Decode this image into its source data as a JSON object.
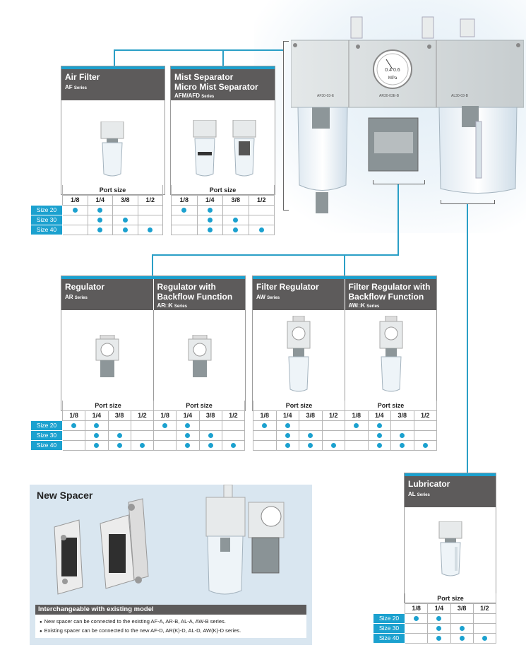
{
  "colors": {
    "accent": "#1ba1cf",
    "header_gray": "#5d5b5b",
    "spacer_bg": "#d9e6f0"
  },
  "port_headers": [
    "1/8",
    "1/4",
    "3/8",
    "1/2"
  ],
  "port_size_label": "Port size",
  "rows": [
    "Size 20",
    "Size 30",
    "Size 40"
  ],
  "air_filter": {
    "title": "Air Filter",
    "series_code": "AF",
    "series_word": "Series",
    "dots": [
      [
        true,
        true,
        false,
        false
      ],
      [
        false,
        true,
        true,
        false
      ],
      [
        false,
        true,
        true,
        true
      ]
    ]
  },
  "mist_separator": {
    "title1": "Mist Separator",
    "title2": "Micro Mist Separator",
    "series_code": "AFM/AFD",
    "series_word": "Series",
    "dots": [
      [
        true,
        true,
        false,
        false
      ],
      [
        false,
        true,
        true,
        false
      ],
      [
        false,
        true,
        true,
        true
      ]
    ]
  },
  "regulator": {
    "title": "Regulator",
    "series_code": "AR",
    "series_word": "Series",
    "dots": [
      [
        true,
        true,
        false,
        false
      ],
      [
        false,
        true,
        true,
        false
      ],
      [
        false,
        true,
        true,
        true
      ]
    ]
  },
  "regulator_backflow": {
    "title1": "Regulator with",
    "title2": "Backflow Function",
    "series_code": "AR□K",
    "series_word": "Series",
    "dots": [
      [
        true,
        true,
        false,
        false
      ],
      [
        false,
        true,
        true,
        false
      ],
      [
        false,
        true,
        true,
        true
      ]
    ]
  },
  "filter_regulator": {
    "title": "Filter Regulator",
    "series_code": "AW",
    "series_word": "Series",
    "dots": [
      [
        true,
        true,
        false,
        false
      ],
      [
        false,
        true,
        true,
        false
      ],
      [
        false,
        true,
        true,
        true
      ]
    ]
  },
  "filter_regulator_backflow": {
    "title1": "Filter Regulator with",
    "title2": "Backflow Function",
    "series_code": "AW□K",
    "series_word": "Series",
    "dots": [
      [
        true,
        true,
        false,
        false
      ],
      [
        false,
        true,
        true,
        false
      ],
      [
        false,
        true,
        true,
        true
      ]
    ]
  },
  "lubricator": {
    "title": "Lubricator",
    "series_code": "AL",
    "series_word": "Series",
    "dots": [
      [
        true,
        true,
        false,
        false
      ],
      [
        false,
        true,
        true,
        false
      ],
      [
        false,
        true,
        true,
        true
      ]
    ]
  },
  "spacer": {
    "title": "New Spacer",
    "bar": "Interchangeable with existing model",
    "notes": [
      "New spacer can be connected to the existing AF-A, AR-B, AL-A, AW-B series.",
      "Existing spacer can be connected to the new AF-D, AR(K)-D, AL-D, AW(K)-D series."
    ]
  },
  "main_image": {
    "labels": [
      "AF30-03-E",
      "AR30-03E-B",
      "AL30-03-B"
    ],
    "gauge_unit": "MPa"
  }
}
